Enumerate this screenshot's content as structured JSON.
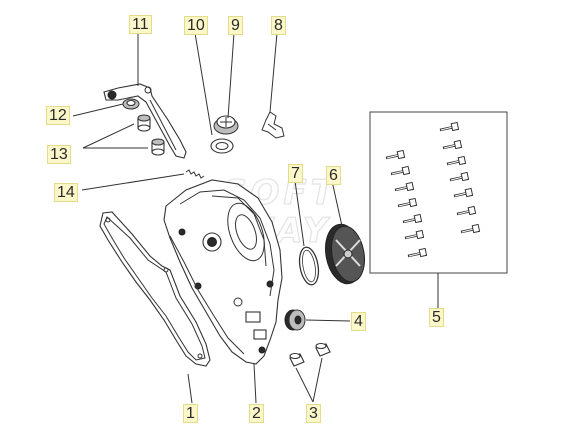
{
  "diagram": {
    "callouts": [
      {
        "id": "1",
        "label": "1"
      },
      {
        "id": "2",
        "label": "2"
      },
      {
        "id": "3",
        "label": "3"
      },
      {
        "id": "4",
        "label": "4"
      },
      {
        "id": "5",
        "label": "5"
      },
      {
        "id": "6",
        "label": "6"
      },
      {
        "id": "7",
        "label": "7"
      },
      {
        "id": "8",
        "label": "8"
      },
      {
        "id": "9",
        "label": "9"
      },
      {
        "id": "10",
        "label": "10"
      },
      {
        "id": "11",
        "label": "11"
      },
      {
        "id": "12",
        "label": "12"
      },
      {
        "id": "13",
        "label": "13"
      },
      {
        "id": "14",
        "label": "14"
      }
    ],
    "watermark": "SOFT WAY",
    "colors": {
      "callout_fill": "#fbf7c9",
      "line": "#333333",
      "watermark": "#d9d9d9"
    }
  }
}
